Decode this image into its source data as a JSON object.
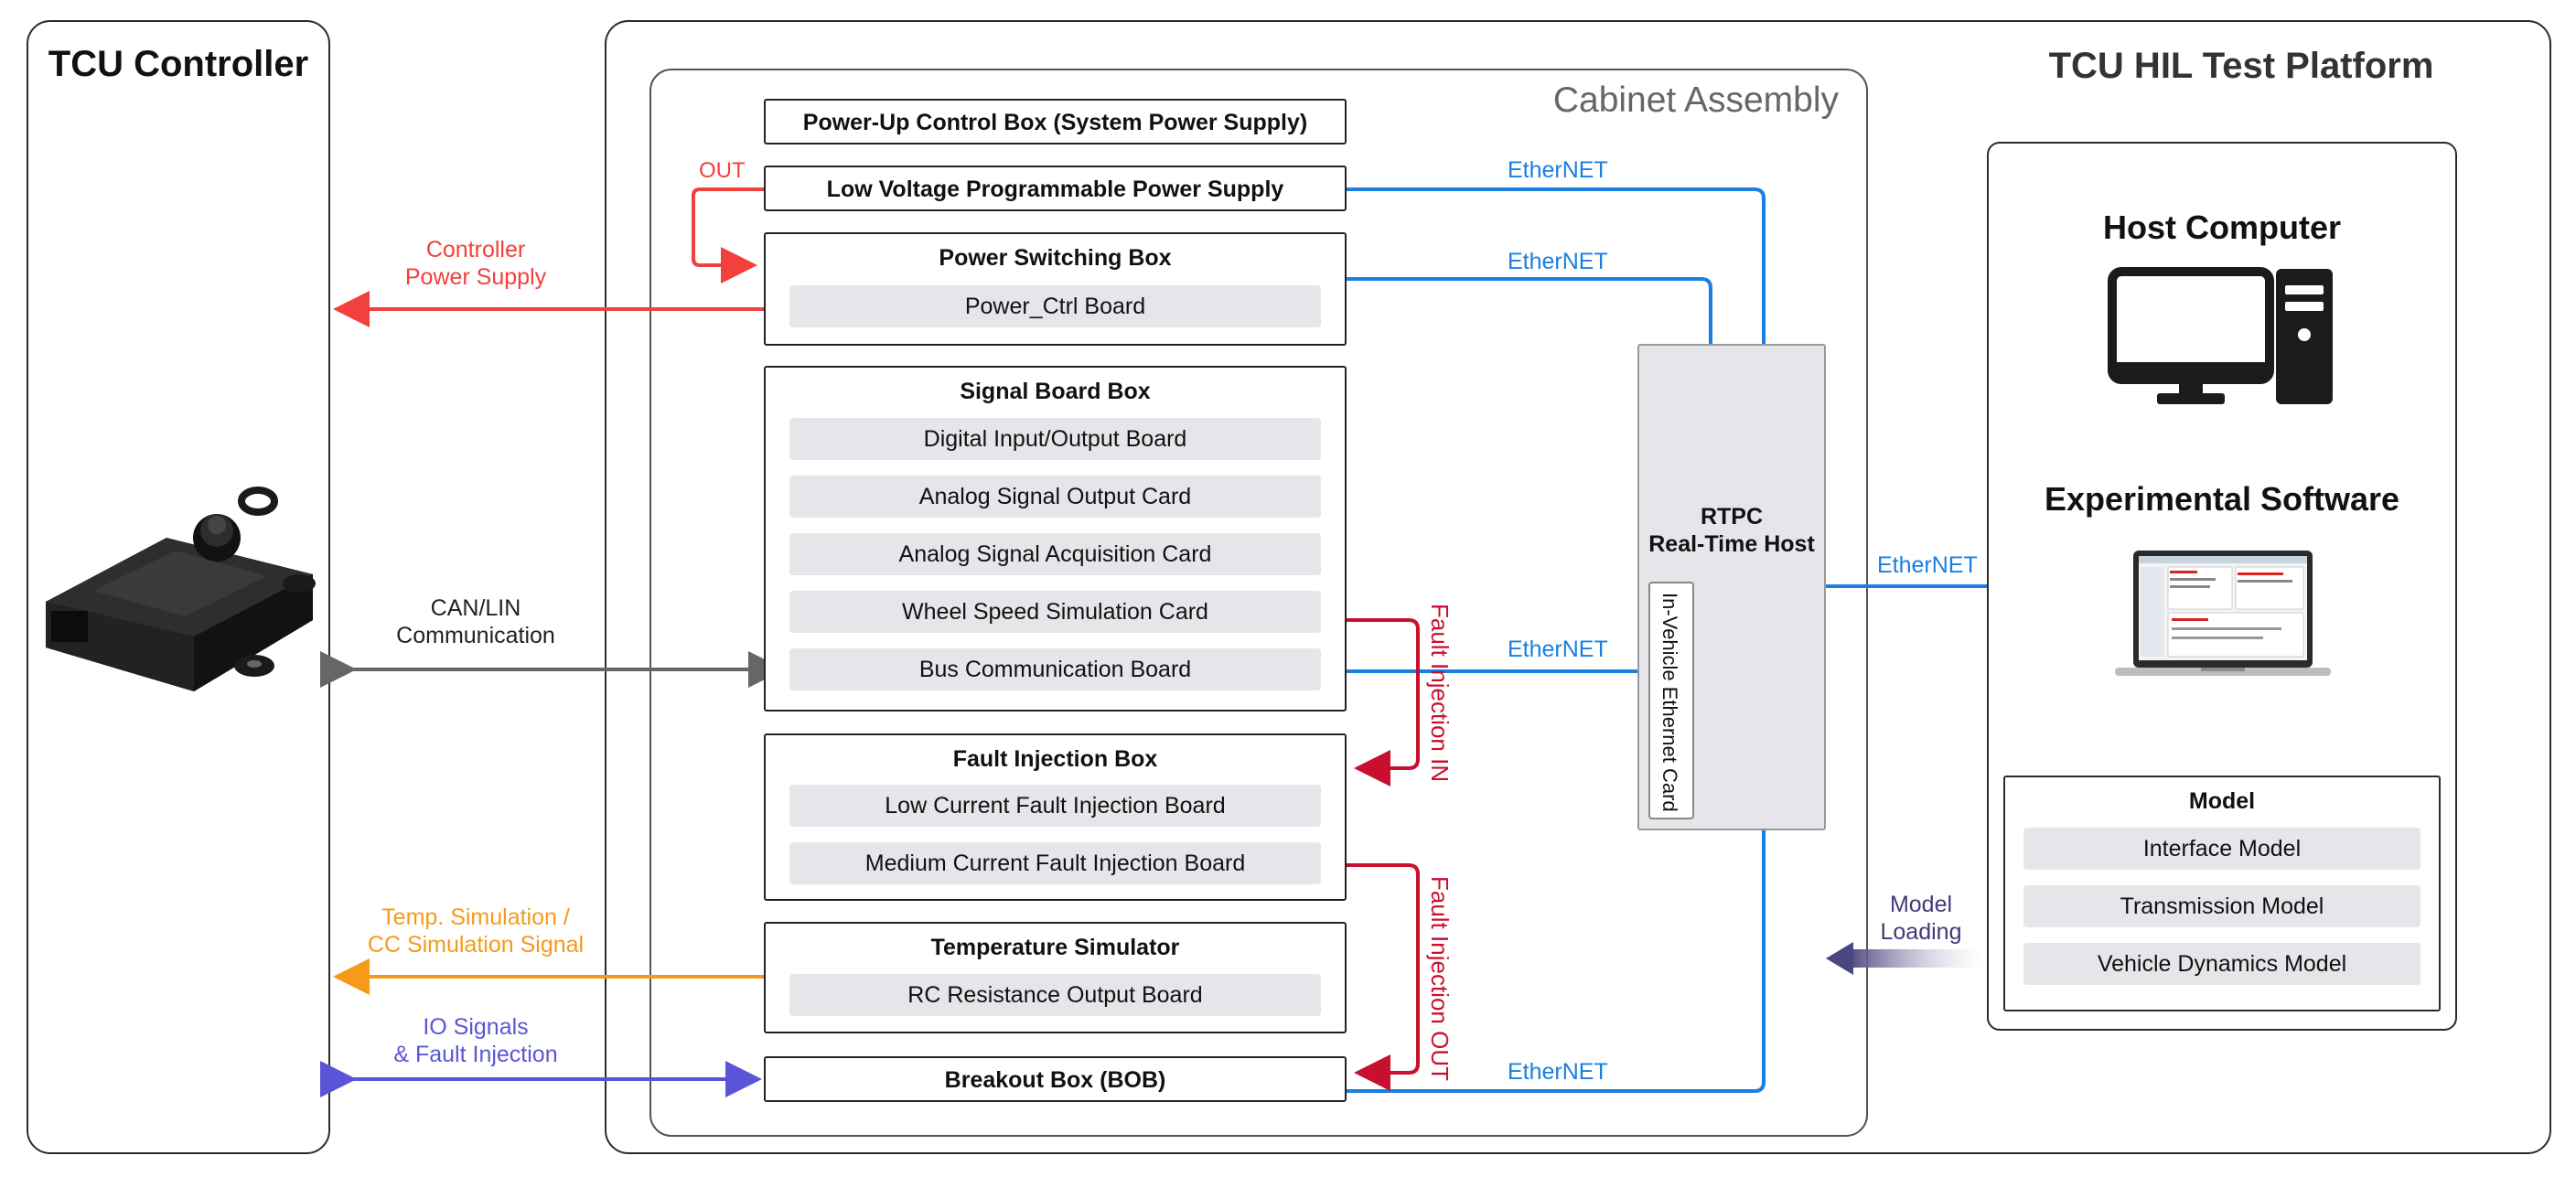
{
  "tcu": {
    "title": "TCU Controller"
  },
  "platform": {
    "title": "TCU HIL Test Platform"
  },
  "cabinet": {
    "title": "Cabinet Assembly"
  },
  "boxes": {
    "power_up": "Power-Up Control Box (System Power Supply)",
    "lv_supply": "Low Voltage Programmable Power Supply",
    "power_switching": {
      "title": "Power Switching Box",
      "cards": [
        "Power_Ctrl Board"
      ]
    },
    "signal_board": {
      "title": "Signal Board Box",
      "cards": [
        "Digital Input/Output Board",
        "Analog Signal Output Card",
        "Analog Signal Acquisition Card",
        "Wheel Speed Simulation Card",
        "Bus Communication Board"
      ]
    },
    "fault_injection": {
      "title": "Fault Injection Box",
      "cards": [
        "Low Current Fault Injection Board",
        "Medium Current Fault Injection Board"
      ]
    },
    "temperature": {
      "title": "Temperature Simulator",
      "cards": [
        "RC Resistance Output Board"
      ]
    },
    "breakout": "Breakout Box (BOB)"
  },
  "rtpc": {
    "title_line1": "RTPC",
    "title_line2": "Real-Time Host",
    "card": "In-Vehicle Ethernet Card"
  },
  "host": {
    "computer_title": "Host Computer",
    "software_title": "Experimental Software",
    "model": {
      "title": "Model",
      "items": [
        "Interface Model",
        "Transmission Model",
        "Vehicle Dynamics Model"
      ]
    }
  },
  "labels": {
    "out": "OUT",
    "controller_power_1": "Controller",
    "controller_power_2": "Power Supply",
    "can_lin_1": "CAN/LIN",
    "can_lin_2": "Communication",
    "temp_sim_1": "Temp. Simulation /",
    "temp_sim_2": "CC Simulation Signal",
    "io_1": "IO Signals",
    "io_2": "& Fault Injection",
    "ethernet": "EtherNET",
    "fault_in": "Fault Injection IN",
    "fault_out": "Fault Injection OUT",
    "model_loading_1": "Model",
    "model_loading_2": "Loading"
  },
  "colors": {
    "power_red": "#f2403c",
    "fault_red": "#c8102e",
    "ethernet_blue": "#1a7fe0",
    "can_gray": "#666666",
    "temp_orange": "#f59a1b",
    "io_purple": "#5a55d6",
    "model_navy": "#4a4680"
  }
}
